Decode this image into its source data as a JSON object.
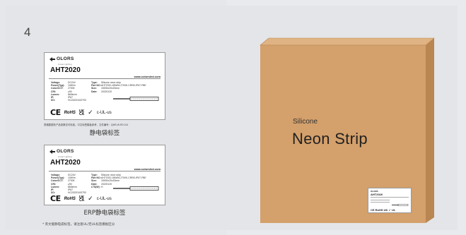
{
  "page_number": "4",
  "label_top": {
    "logo": "OLORS",
    "logo_sub": "Linear Lighting",
    "model": "AHT2020",
    "url": "www.colorsled.com",
    "specs": [
      {
        "k": "Voltage:",
        "v": "DC24V",
        "k2": "Type:",
        "v2": "Silicone neon strip"
      },
      {
        "k": "Power(Typ):",
        "v": "10W/m",
        "k2": "Part NO:",
        "v2": "AHT2020-18W/M-2700K-CRI90-IP67-FBE"
      },
      {
        "k": "Color/CCT:",
        "v": "2700K",
        "k2": "Size:",
        "v2": "15000x20x20mm"
      },
      {
        "k": "CRI:",
        "v": "≥90",
        "k2": "Date:",
        "v2": "20220120"
      },
      {
        "k": "Lumen:",
        "v": "860lm/m",
        "k2": "",
        "v2": ""
      },
      {
        "k": "IP:",
        "v": "IP67",
        "k2": "",
        "v2": ""
      },
      {
        "k": "SO:",
        "v": "HC20220100793",
        "k2": "",
        "v2": ""
      }
    ],
    "marks": {
      "ce": "CE",
      "rohs": "RoHS",
      "ukca_top": "UK",
      "ukca_bottom": "CA",
      "check": "✓",
      "ul": "c-UL-us"
    },
    "note": "表格数据系产品参数仅可标准。中文标签模板参考，文件编号：QMS-W-R0-014",
    "caption": "静电袋标签"
  },
  "label_bottom": {
    "logo": "OLORS",
    "logo_sub": "Linear Lighting",
    "model": "AHT2020",
    "url": "www.colorsled.com",
    "specs": [
      {
        "k": "Voltage:",
        "v": "DC24V",
        "k2": "Type:",
        "v2": "Silicone neon strip"
      },
      {
        "k": "Power(Typ):",
        "v": "10W/m",
        "k2": "Part NO:",
        "v2": "AHT2020-18W/M-2700K-CRI90-IP67-FBE"
      },
      {
        "k": "Color/CCT:",
        "v": "2700K",
        "k2": "Size:",
        "v2": "15000x20x20mm"
      },
      {
        "k": "CRI:",
        "v": "≥90",
        "k2": "Date:",
        "v2": "20220120"
      },
      {
        "k": "Lumen:",
        "v": "860lm/m",
        "k2": "LTS(W):",
        "v2": "H"
      },
      {
        "k": "IP:",
        "v": "IP67",
        "k2": "",
        "v2": ""
      },
      {
        "k": "SO:",
        "v": "HC20220100793",
        "k2": "",
        "v2": ""
      }
    ],
    "marks": {
      "ce": "CE",
      "rohs": "RoHS",
      "ukca_top": "UK",
      "ukca_bottom": "CA",
      "check": "✓",
      "ul": "c-UL-us"
    },
    "caption": "ERP静电袋标签"
  },
  "footnote": "* 英文版静电袋标签，请注意UL/无UL标签模板区分",
  "box": {
    "subtitle": "Silicone",
    "title": "Neon Strip",
    "mini_logo": "OLORS",
    "mini_model": "AHT2020",
    "mini_marks": "CE RoHS UK ✓ UL",
    "colors": {
      "front": "#d4a06b",
      "top": "#e0b384",
      "side": "#b98651"
    }
  }
}
